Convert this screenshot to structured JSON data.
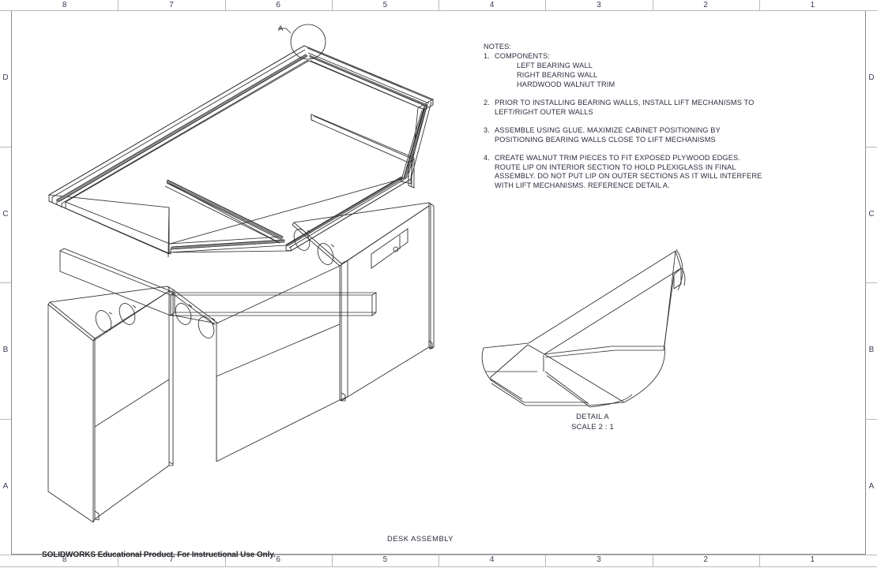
{
  "sheet": {
    "title": "DESK ASSEMBLY",
    "footer_watermark": "SOLIDWORKS Educational Product. For Instructional Use Only.",
    "zone_columns": [
      "8",
      "7",
      "6",
      "5",
      "4",
      "3",
      "2",
      "1"
    ],
    "zone_rows": [
      "D",
      "C",
      "B",
      "A"
    ]
  },
  "notes": {
    "heading": "NOTES:",
    "items": [
      {
        "num": "1.",
        "text": "COMPONENTS:",
        "sublines": [
          "LEFT BEARING WALL",
          "RIGHT BEARING WALL",
          "HARDWOOD WALNUT TRIM"
        ],
        "continuation": []
      },
      {
        "num": "2.",
        "text": "PRIOR TO INSTALLING BEARING WALLS, INSTALL LIFT MECHANISMS TO",
        "sublines": [],
        "continuation": [
          "LEFT/RIGHT OUTER WALLS"
        ]
      },
      {
        "num": "3.",
        "text": "ASSEMBLE USING GLUE. MAXIMIZE CABINET POSITIONING BY",
        "sublines": [],
        "continuation": [
          "POSITIONING BEARING WALLS CLOSE TO LIFT MECHANISMS"
        ]
      },
      {
        "num": "4.",
        "text": "CREATE WALNUT TRIM PIECES TO FIT EXPOSED PLYWOOD EDGES.",
        "sublines": [],
        "continuation": [
          "ROUTE LIP ON INTERIOR SECTION TO HOLD PLEXIGLASS IN FINAL",
          "ASSEMBLY. DO NOT PUT LIP ON OUTER SECTIONS AS IT WILL INTERFERE",
          "WITH LIFT MECHANISMS. REFERENCE DETAIL A."
        ]
      }
    ]
  },
  "detail_view": {
    "callout_letter": "A",
    "caption_name": "DETAIL A",
    "caption_scale": "SCALE 2 : 1"
  },
  "colors": {
    "line": "#2b2b2b",
    "text": "#2b2b3d",
    "border": "#8a8a8a",
    "shade": "#8e8e8e",
    "background": "#ffffff"
  }
}
